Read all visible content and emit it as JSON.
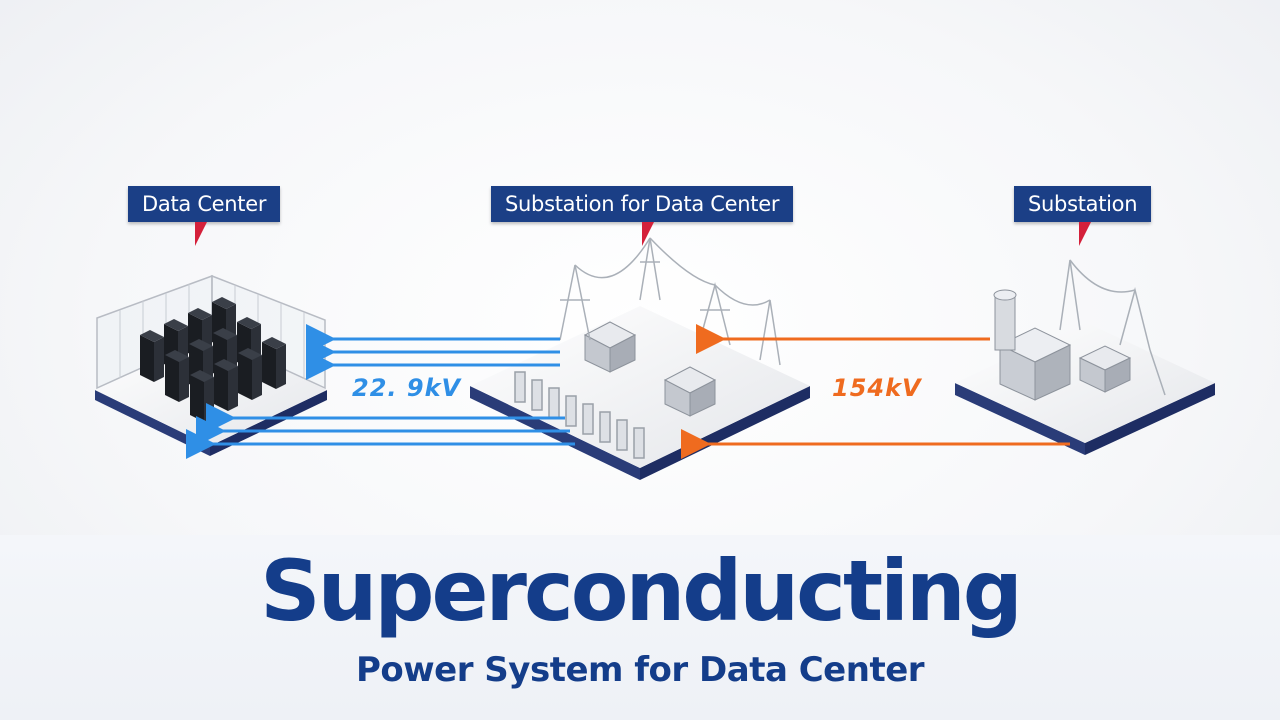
{
  "labels": {
    "data_center": "Data Center",
    "substation_dc": "Substation for Data Center",
    "substation": "Substation"
  },
  "voltages": {
    "low": "22. 9kV",
    "high": "154kV"
  },
  "title": "Superconducting",
  "subtitle": "Power System for Data Center",
  "colors": {
    "brand_navy": "#1b3f86",
    "callout_tail": "#d4203a",
    "line_blue": "#2f8fe6",
    "line_orange": "#ef6b1f"
  }
}
